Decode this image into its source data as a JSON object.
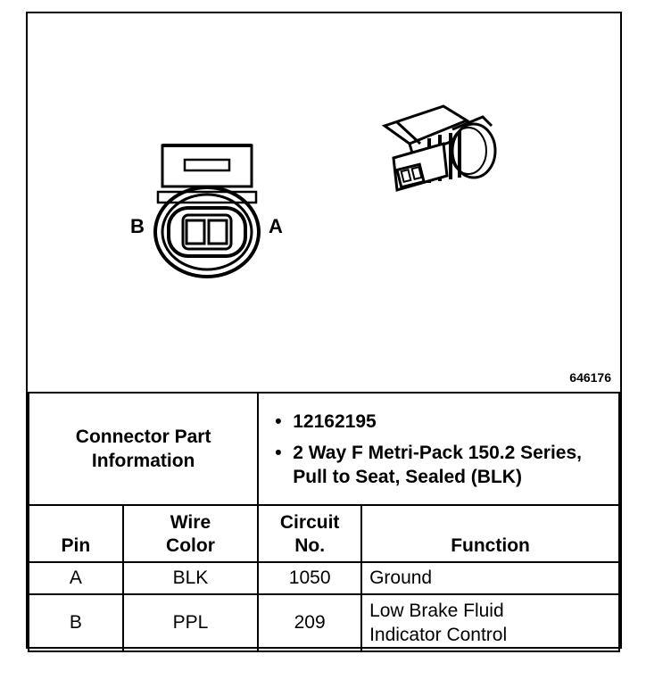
{
  "figure": {
    "id": "646176",
    "pin_labels": {
      "b": "B",
      "a": "A"
    }
  },
  "connector": {
    "label": "Connector Part\nInformation",
    "details": [
      "12162195",
      "2 Way F Metri-Pack 150.2 Series, Pull to Seat, Sealed (BLK)"
    ]
  },
  "table": {
    "headers": {
      "pin": "Pin",
      "wire_color": "Wire\nColor",
      "circuit": "Circuit\nNo.",
      "function": "Function"
    },
    "rows": [
      {
        "pin": "A",
        "color": "BLK",
        "circuit": "1050",
        "function": "Ground"
      },
      {
        "pin": "B",
        "color": "PPL",
        "circuit": "209",
        "function": "Low Brake Fluid\nIndicator Control"
      }
    ]
  }
}
